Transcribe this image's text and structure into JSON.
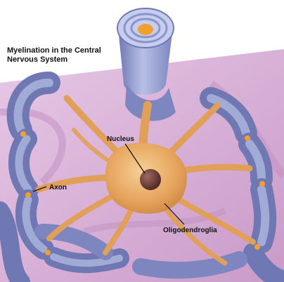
{
  "figure": {
    "title": "Myelination in the Central Nervous System",
    "labels": {
      "nucleus": "Nucleus",
      "axon": "Axon",
      "oligodendroglia": "Oligodendroglia"
    }
  },
  "colors": {
    "background": "#d9b3d8",
    "myelin": "#8c95c8",
    "myelin_highlight": "#b8bfe6",
    "cell": "#e6a55e",
    "cell_light": "#f2c78c",
    "nucleus": "#6b3a36",
    "axon_core": "#f0a030"
  }
}
